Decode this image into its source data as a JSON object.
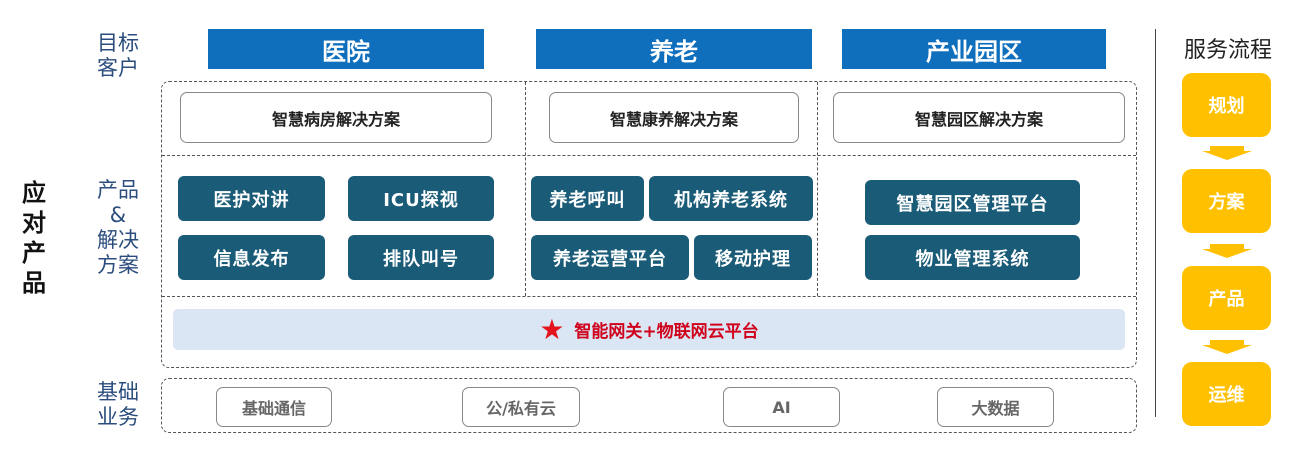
{
  "left_title": "应对产品",
  "row_labels": {
    "target": [
      "目标",
      "客户"
    ],
    "product": [
      "产品",
      "&",
      "解决",
      "方案"
    ],
    "basic": [
      "基础",
      "业务"
    ]
  },
  "columns": [
    {
      "header": "医院",
      "solution": "智慧病房解决方案",
      "items": [
        "医护对讲",
        "ICU探视",
        "信息发布",
        "排队叫号"
      ]
    },
    {
      "header": "养老",
      "solution": "智慧康养解决方案",
      "items": [
        "养老呼叫",
        "机构养老系统",
        "养老运营平台",
        "移动护理"
      ]
    },
    {
      "header": "产业园区",
      "solution": "智慧园区解决方案",
      "items": [
        "智慧园区管理平台",
        "物业管理系统"
      ]
    }
  ],
  "platform": {
    "label": "智能网关+物联网云平台",
    "icon": "star-icon",
    "color": "#d0021b"
  },
  "basic_business": [
    "基础通信",
    "公/私有云",
    "AI",
    "大数据"
  ],
  "service_process": {
    "title": "服务流程",
    "steps": [
      "规划",
      "方案",
      "产品",
      "运维"
    ],
    "color": "#ffc000"
  },
  "colors": {
    "header_blue": "#0f6fbd",
    "teal": "#1a5b78",
    "label_blue": "#2b4d7d",
    "platform_bg": "#dbe6f5"
  }
}
